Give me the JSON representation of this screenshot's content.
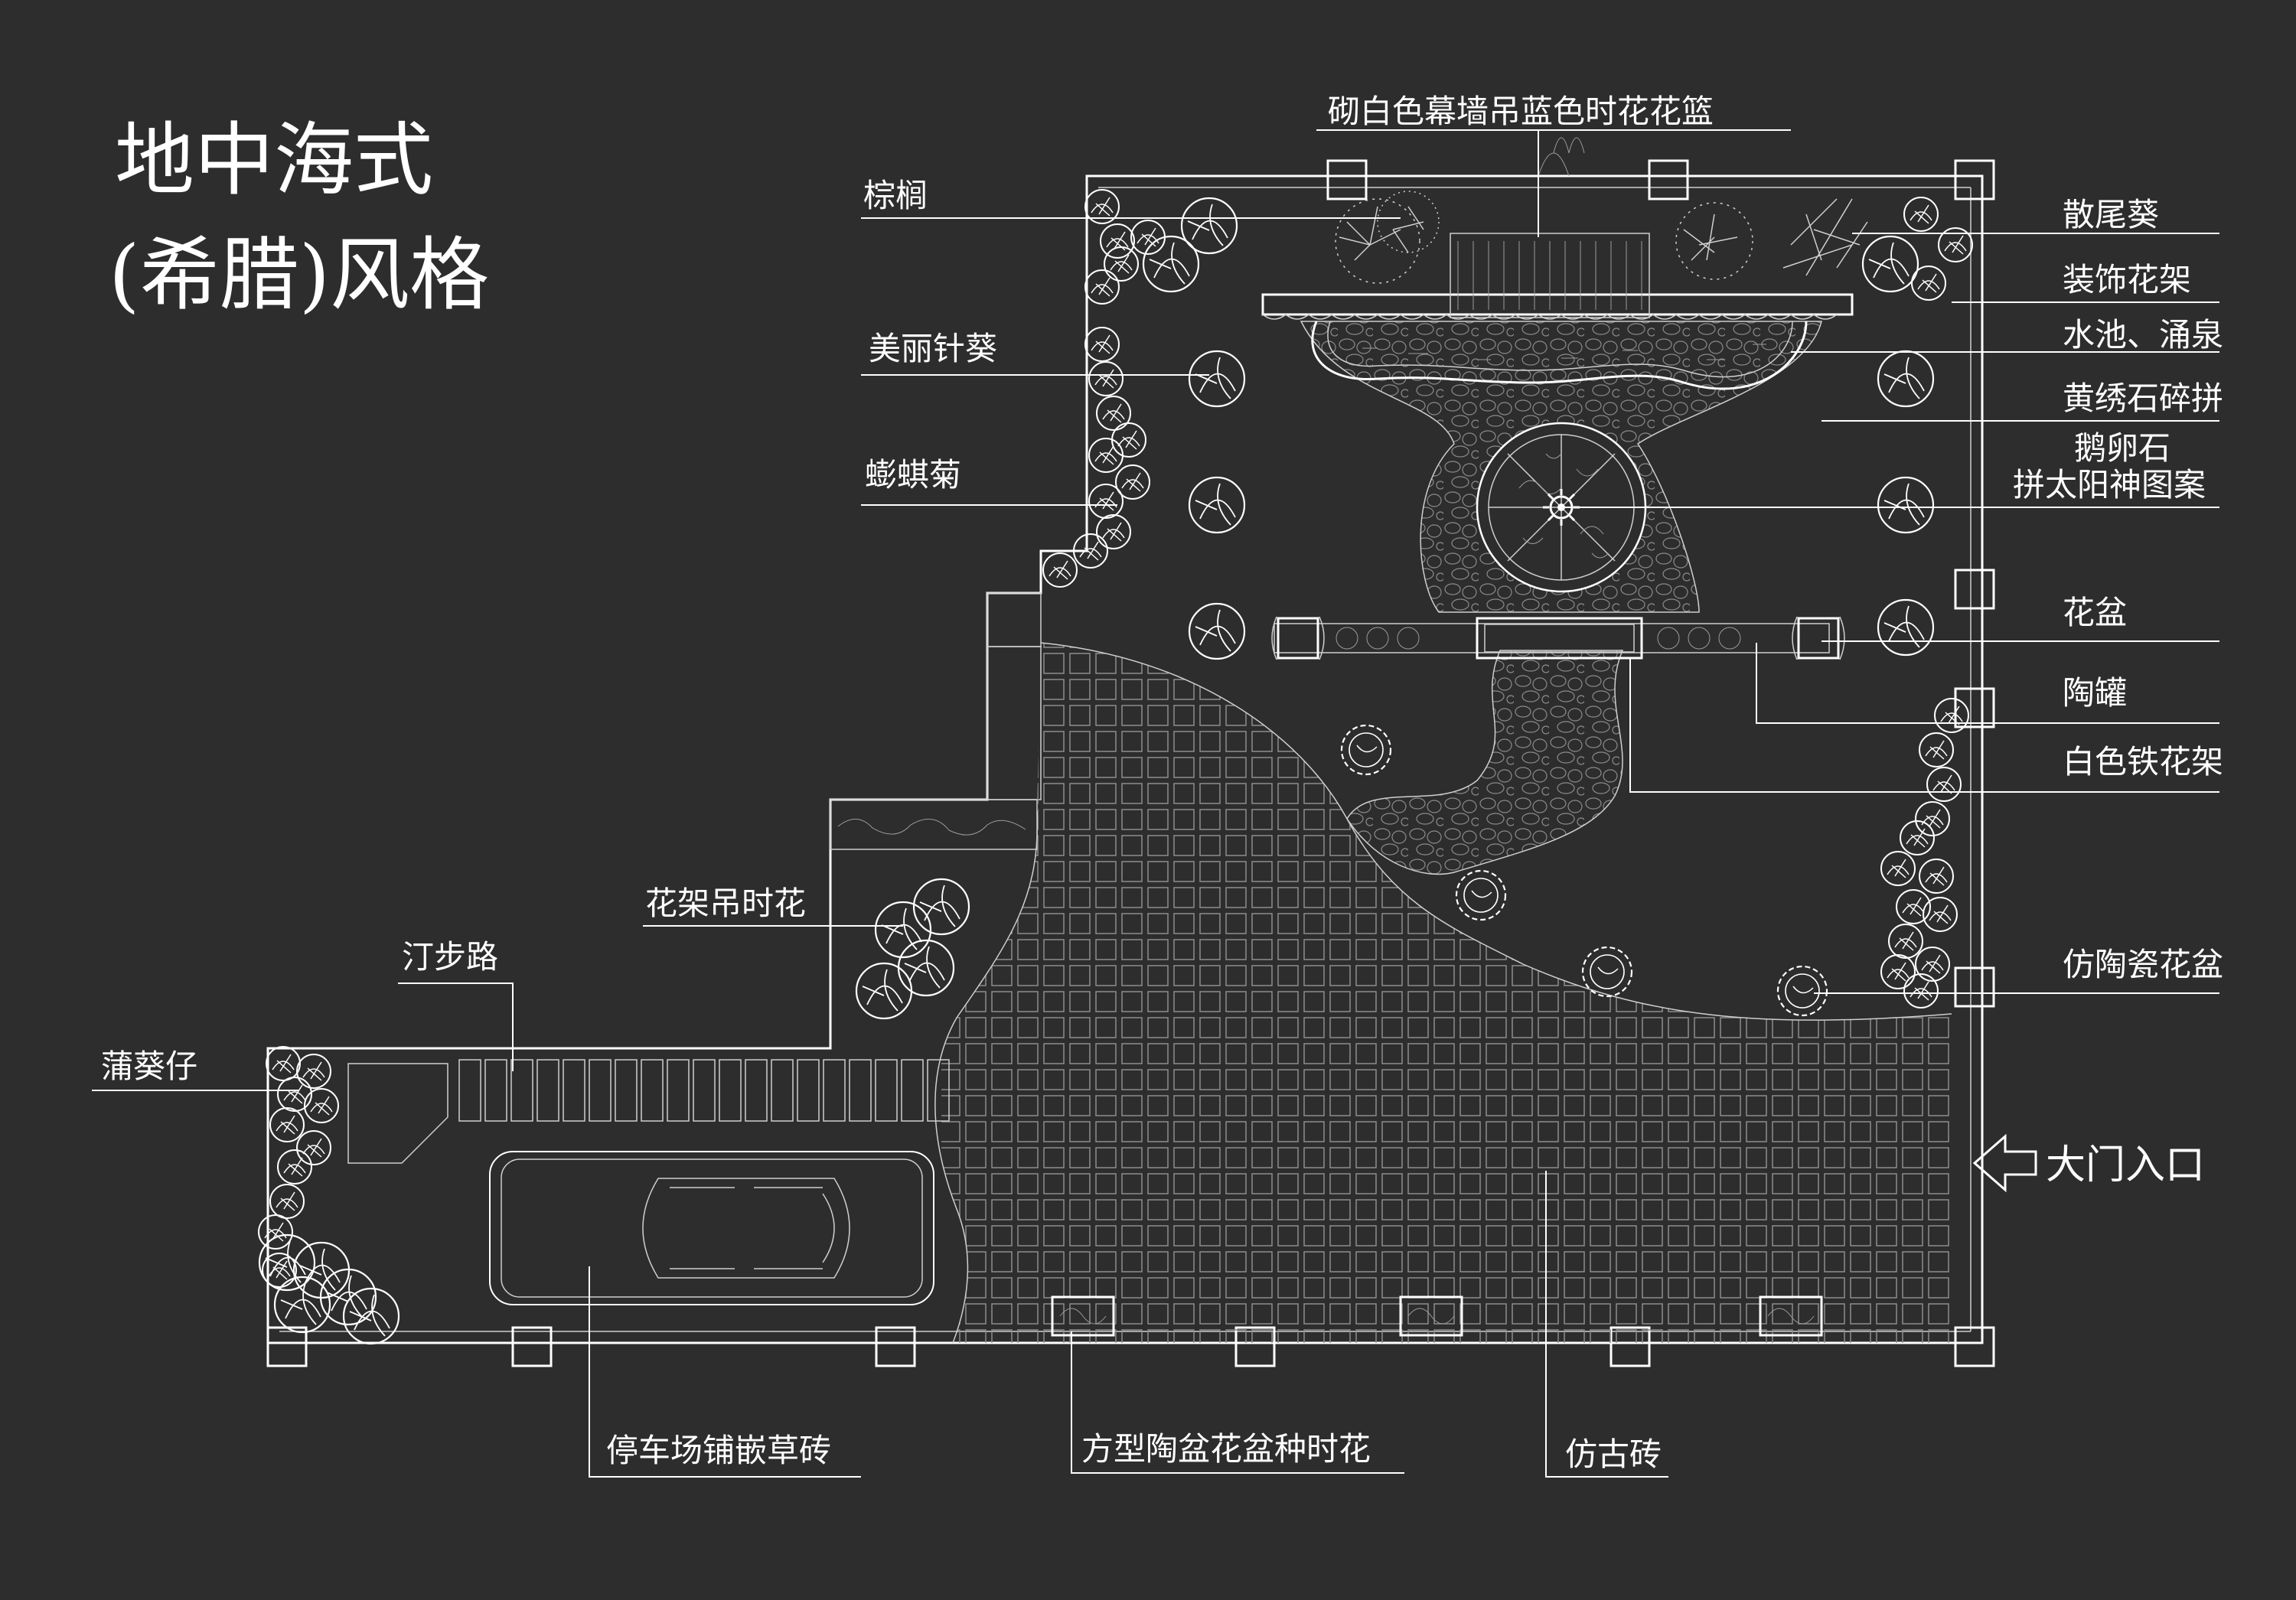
{
  "title": {
    "line1": "地中海式",
    "line2": "(希腊)风格"
  },
  "labels": {
    "top_wall": "砌白色幕墙吊蓝色时花花篮",
    "palm": "棕榈",
    "washingtonia": "散尾葵",
    "deco_rack": "装饰花架",
    "pool": "水池、涌泉",
    "yellow_stone": "黄绣石碎拼",
    "pebble_line1": "鹅卵石",
    "pebble_line2": "拼太阳神图案",
    "flower_pot": "花盆",
    "pottery_jar": "陶罐",
    "white_iron_rack": "白色铁花架",
    "ceramic_pot": "仿陶瓷花盆",
    "gate": "大门入口",
    "beauty_palm": "美丽针葵",
    "cosmos": "蟛蜞菊",
    "hanging_flowers": "花架吊时花",
    "stepping_path": "汀步路",
    "fan_palm": "蒲葵仔",
    "parking": "停车场铺嵌草砖",
    "square_pots": "方型陶盆花盆种时花",
    "antique_tile": "仿古砖"
  },
  "colors": {
    "background": "#2d2d2d",
    "lines": "#ffffff"
  }
}
